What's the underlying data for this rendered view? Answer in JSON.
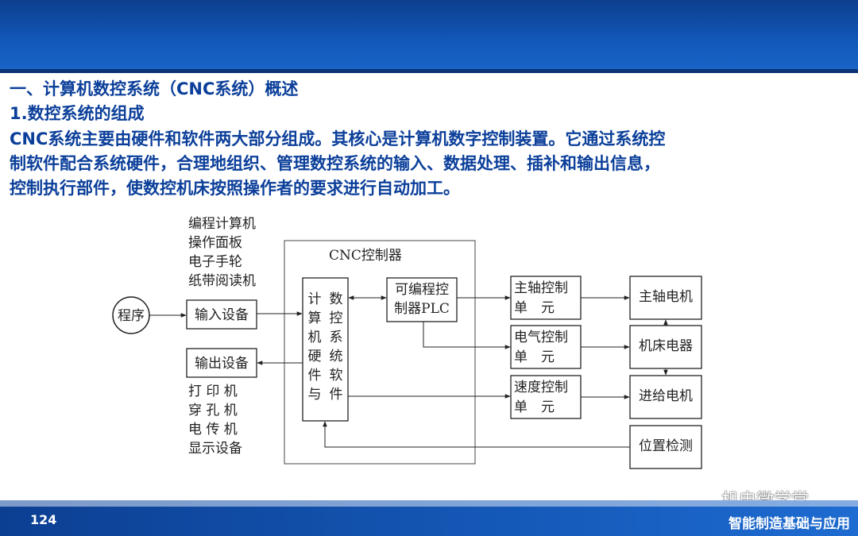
{
  "slide": {
    "heading_1": "一、计算机数控系统（CNC系统）概述",
    "heading_2": "1.数控系统的组成",
    "paragraph_lines": [
      "CNC系统主要由硬件和软件两大部分组成。其核心是计算机数字控制装置。它通过系统控",
      "制软件配合系统硬件，合理地组织、管理数控系统的输入、数据处理、插补和输出信息，",
      "控制执行部件，使数控机床按照操作者的要求进行自动加工。"
    ],
    "page_number": "124",
    "footer": "智能制造基础与应用",
    "watermark": "机电微学堂"
  },
  "diagram": {
    "input_list": [
      "编程计算机",
      "操作面板",
      "电子手轮",
      "纸带阅读机"
    ],
    "output_list": [
      "打 印 机",
      "穿 孔 机",
      "电 传 机",
      "显示设备"
    ],
    "program": "程序",
    "input_device": "输入设备",
    "output_device": "输出设备",
    "cnc_title": "CNC控制器",
    "cnc_core_col1": [
      "计",
      "算",
      "机",
      "硬",
      "件",
      "与"
    ],
    "cnc_core_col2": [
      "数",
      "控",
      "系",
      "统",
      "软",
      "件"
    ],
    "plc": [
      "可编程控",
      "制器PLC"
    ],
    "spindle_control": [
      "主轴控制",
      "单　元"
    ],
    "electric_control": [
      "电气控制",
      "单　元"
    ],
    "speed_control": [
      "速度控制",
      "单　元"
    ],
    "spindle_motor": "主轴电机",
    "machine_electrics": "机床电器",
    "feed_motor": "进给电机",
    "position_detect": "位置检测"
  }
}
